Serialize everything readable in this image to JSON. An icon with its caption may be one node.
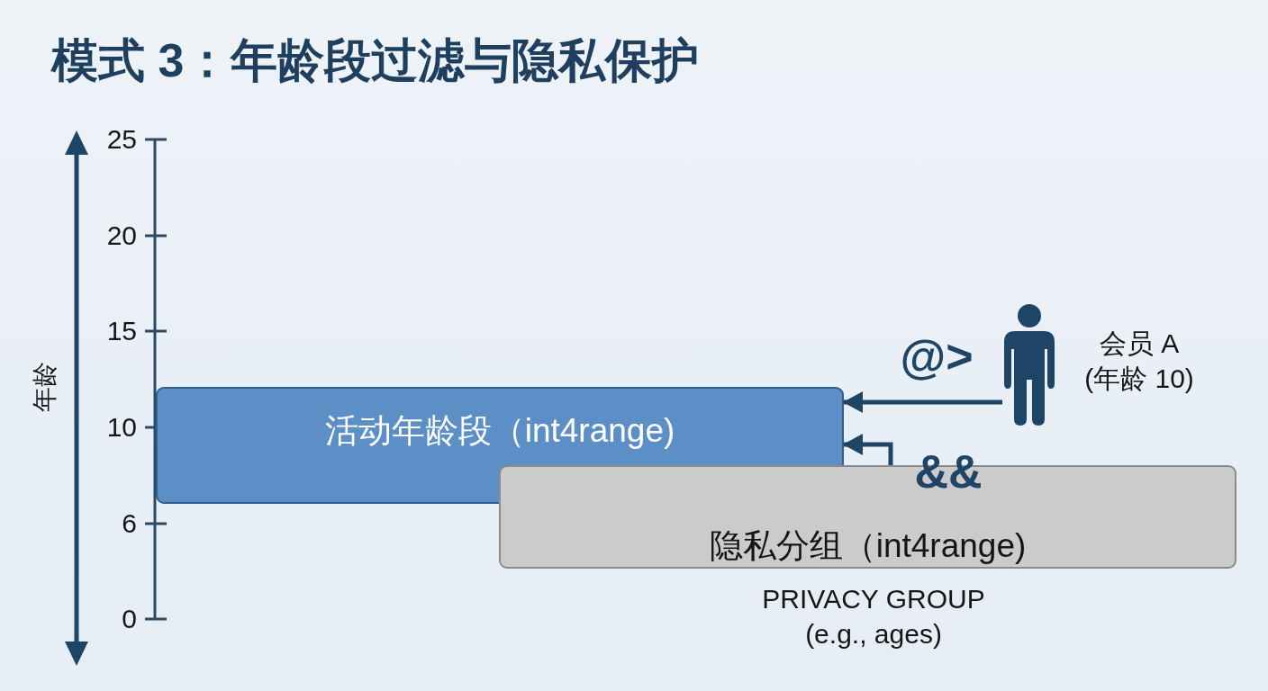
{
  "diagram": {
    "title": "模式 3：年龄段过滤与隐私保护",
    "nodes": [
      {
        "text": [
          "活动年龄段（int4range)"
        ]
      },
      {
        "text": [
          "隐私分组（int4range)"
        ],
        "beside": [
          "PRIVACY GROUP (e.g., ages)"
        ]
      },
      {
        "text": [],
        "shape": "person",
        "beside": [
          "会员 A (年龄 10)"
        ]
      }
    ],
    "edges": [
      {
        "from": 2,
        "to": 0,
        "arrow": "to",
        "label": "@>"
      },
      {
        "from": 1,
        "to": 0,
        "arrow": "to",
        "label": "&&"
      }
    ],
    "labels": [
      "年龄",
      "25",
      "20",
      "15",
      "10",
      "6",
      "0"
    ]
  }
}
